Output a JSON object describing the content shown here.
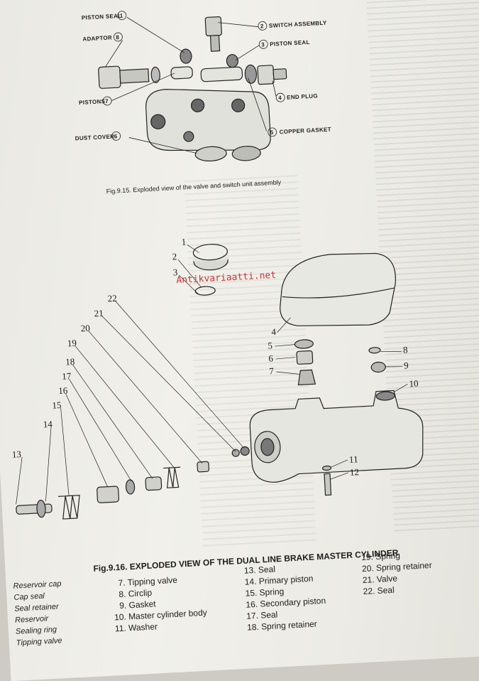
{
  "watermark": "Antikvariaatti.net",
  "fig915": {
    "caption": "Fig.9.15. Exploded view of the valve and switch unit assembly",
    "callouts": {
      "piston_seal_left": "PISTON SEAL",
      "piston_seal_left_num": "1",
      "adaptor": "ADAPTOR",
      "adaptor_num": "8",
      "pistons": "PISTONS",
      "pistons_num": "7",
      "dust_cover": "DUST COVER",
      "dust_cover_num": "6",
      "switch_assembly": "SWITCH ASSEMBLY",
      "switch_assembly_num": "2",
      "piston_seal_right": "PISTON SEAL",
      "piston_seal_right_num": "3",
      "end_plug": "END PLUG",
      "end_plug_num": "4",
      "copper_gasket": "COPPER GASKET",
      "copper_gasket_num": "5"
    }
  },
  "fig916": {
    "title": "Fig.9.16. EXPLODED VIEW OF THE DUAL LINE BRAKE MASTER CYLINDER",
    "part_numbers": [
      "1",
      "2",
      "3",
      "4",
      "5",
      "6",
      "7",
      "8",
      "9",
      "10",
      "11",
      "12",
      "13",
      "14",
      "15",
      "16",
      "17",
      "18",
      "19",
      "20",
      "21",
      "22"
    ],
    "legend_col0": [
      "Reservoir cap",
      "Cap seal",
      "Seal retainer",
      "Reservoir",
      "Sealing ring",
      "Tipping valve"
    ],
    "legend_col1": [
      "7.  Tipping valve",
      "8.  Circlip",
      "9.  Gasket",
      "10.  Master cylinder body",
      "11.  Washer"
    ],
    "legend_col2": [
      "13.  Seal",
      "14.  Primary piston",
      "15.  Spring",
      "16.  Secondary piston",
      "17.  Seal",
      "18.  Spring retainer"
    ],
    "legend_col3": [
      "19.  Spring",
      "20.  Spring retainer",
      "21.  Valve",
      "22.  Seal"
    ]
  }
}
